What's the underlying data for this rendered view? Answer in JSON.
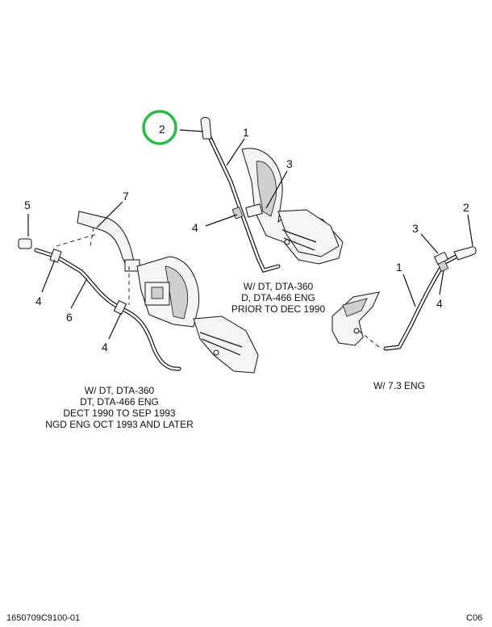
{
  "callouts": {
    "center_1": "1",
    "center_2": "2",
    "center_3": "3",
    "center_4": "4",
    "left_5": "5",
    "left_7": "7",
    "left_4a": "4",
    "left_6": "6",
    "left_4b": "4",
    "right_2": "2",
    "right_3": "3",
    "right_1": "1",
    "right_4": "4"
  },
  "captions": {
    "center": [
      "W/ DT, DTA-360",
      "D, DTA-466 ENG",
      "PRIOR TO DEC 1990"
    ],
    "left": [
      "W/ DT, DTA-360",
      "DT, DTA-466 ENG",
      "DECT 1990 TO SEP 1993",
      "NGD ENG OCT 1993 AND LATER"
    ],
    "right": [
      "W/ 7.3 ENG"
    ]
  },
  "footer": {
    "doc_id": "1650709C9100-01",
    "page_code": "C06"
  },
  "highlight": {
    "target_callout": "2",
    "color": "#2db84a"
  }
}
